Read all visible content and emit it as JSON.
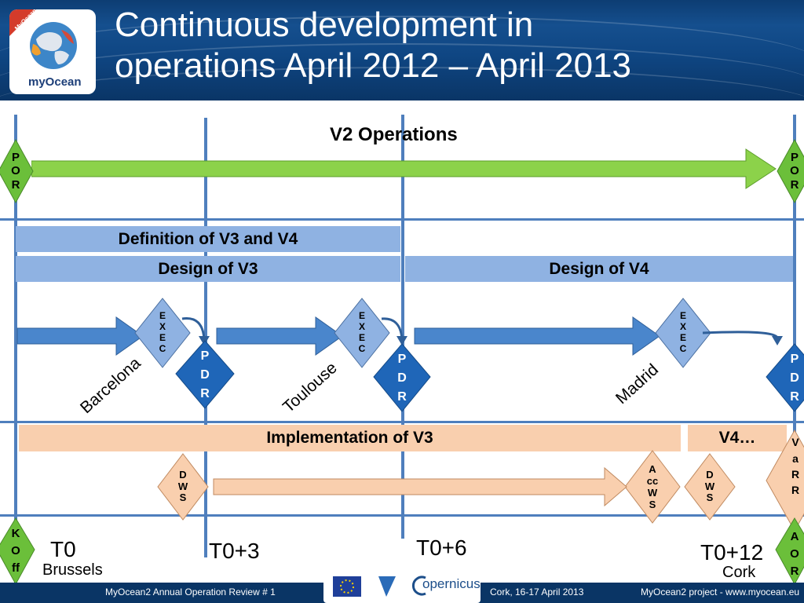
{
  "header": {
    "title_line1": "Continuous development in",
    "title_line2": "operations April 2012 – April 2013",
    "logo_text": "myOcean",
    "logo_badge": "MyOcean 2"
  },
  "timeline": {
    "v2_operations": "V2 Operations",
    "por_left": [
      "P",
      "O",
      "R"
    ],
    "por_right": [
      "P",
      "O",
      "R"
    ],
    "definition_bar": "Definition of V3 and V4",
    "design_v3": "Design of V3",
    "design_v4": "Design of V4",
    "exec_letters": [
      "E",
      "X",
      "E",
      "C"
    ],
    "pdr_letters": [
      "P",
      "D",
      "R"
    ],
    "cities": [
      "Barcelona",
      "Toulouse",
      "Madrid"
    ],
    "implementation_v3": "Implementation of V3",
    "v4_more": "V4…",
    "varr": [
      "V",
      "a",
      "R",
      "R"
    ],
    "dws": [
      "D",
      "W",
      "S"
    ],
    "accws": [
      "A",
      "cc",
      "W",
      "S"
    ],
    "koff": [
      "K",
      "O",
      "ff"
    ],
    "aor": [
      "A",
      "O",
      "R"
    ],
    "t0": "T0",
    "t0_3": "T0+3",
    "t0_6": "T0+6",
    "t0_12": "T0+12",
    "brussels": "Brussels",
    "cork": "Cork"
  },
  "footer": {
    "left": "MyOcean2 Annual Operation Review # 1",
    "middle": "Cork, 16-17 April 2013",
    "right": "MyOcean2 project - www.myocean.eu",
    "copernicus": "opernicus"
  },
  "colors": {
    "green_arrow": "#8cd24a",
    "diamond_green": "#6bbf3a",
    "blue_arrow": "#4a86cc",
    "pdr_blue": "#1f66b8",
    "light_blue_bar": "#8fb2e2",
    "peach": "#f9cfae",
    "grid_blue": "#4f7fbd"
  }
}
